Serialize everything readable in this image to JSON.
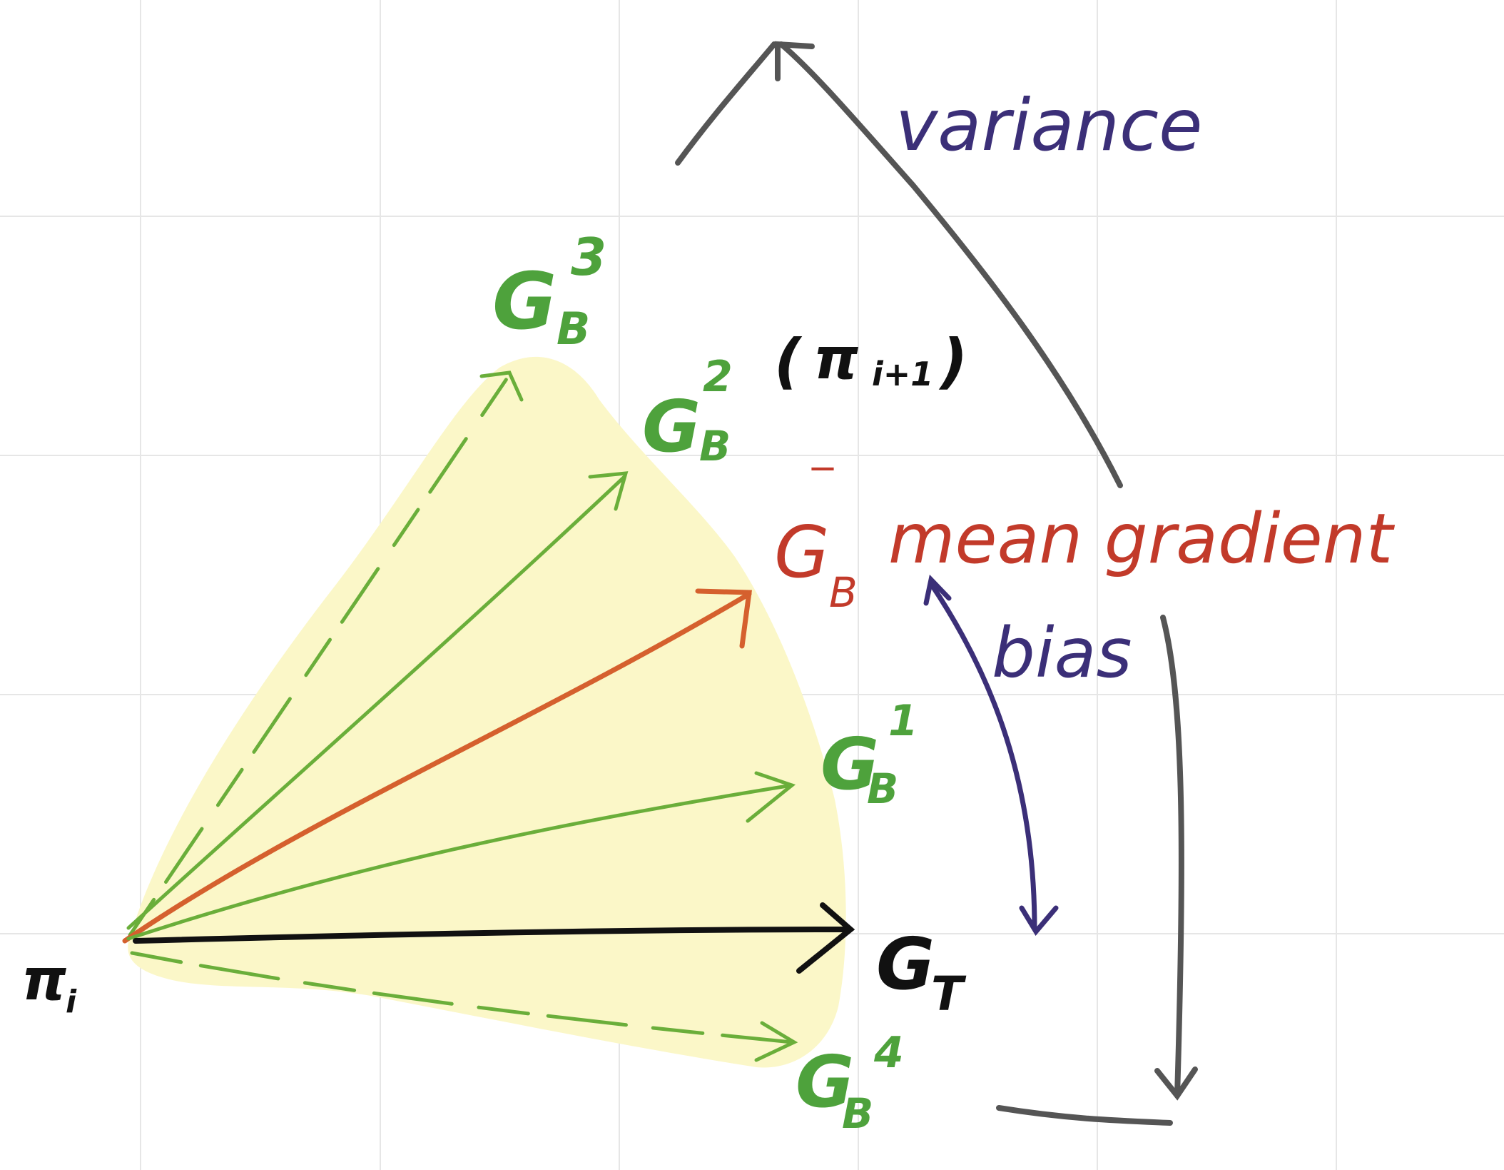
{
  "labels": {
    "pi_i": "π",
    "pi_i_sub": "i",
    "pi_next_open": "(",
    "pi_next": "π",
    "pi_next_sub": "i+1",
    "pi_next_close": ")",
    "g_true": "G",
    "g_true_sub": "T",
    "g_base": "G",
    "g_base_sub": "B",
    "g_b1_sup": "1",
    "g_b2_sup": "2",
    "g_b3_sup": "3",
    "g_b4_sup": "4",
    "g_mean_bar": "‾",
    "mean_gradient": "mean gradient",
    "bias": "bias",
    "variance": "variance"
  },
  "colors": {
    "grid": "#e6e6e6",
    "region": "#fbf7c8",
    "sample_arrow": "#6aae3a",
    "mean_arrow": "#d5602e",
    "true_arrow": "#111111",
    "bias_arrow": "#3b2f78",
    "variance_arrow": "#555555"
  }
}
